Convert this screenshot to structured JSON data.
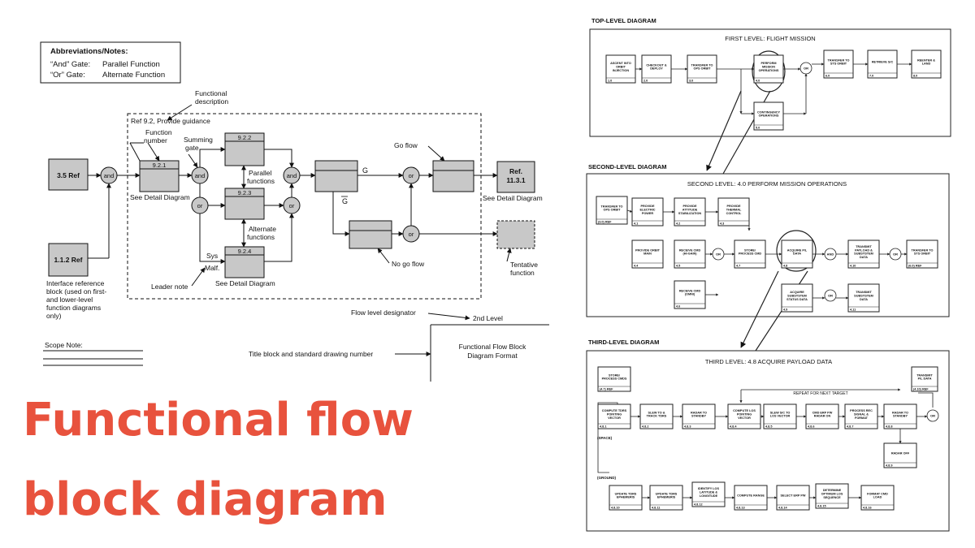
{
  "headline": {
    "line1": "Functional flow",
    "line2": "block diagram"
  },
  "format_diagram": {
    "abbrev_heading": "Abbreviations/Notes:",
    "and_gate_label": "“And” Gate:",
    "and_gate_value": "Parallel Function",
    "or_gate_label": "“Or” Gate:",
    "or_gate_value": "Alternate Function",
    "functional_description": [
      "Functional",
      "description"
    ],
    "ref_guidance": "Ref 9.2, Provide guidance",
    "function_number": [
      "Function",
      "number"
    ],
    "summing_gate": [
      "Summing",
      "gate"
    ],
    "ref_35": "3.5 Ref",
    "ref_112": "1.1.2 Ref",
    "ref_1131": [
      "Ref.",
      "11.3.1"
    ],
    "interface_note": [
      "Interface reference",
      "block (used on first-",
      "and lower-level",
      "function diagrams",
      "only)"
    ],
    "block_921": "9.2.1",
    "block_922": "9.2.2",
    "block_923": "9.2.3",
    "block_924": "9.2.4",
    "see_detail": "See Detail Diagram",
    "parallel_functions": [
      "Parallel",
      "functions"
    ],
    "alternate_functions": [
      "Alternate",
      "functions"
    ],
    "sys_malf": [
      "Sys",
      "Malf."
    ],
    "leader_note": "Leader note",
    "g_label": "G",
    "g_bar_label": "G",
    "go_flow": "Go flow",
    "no_go_flow": "No go flow",
    "tentative_function": [
      "Tentative",
      "function"
    ],
    "and_gate_text": "and",
    "or_gate_text": "or",
    "flow_level_designator": "Flow level designator",
    "second_level": "2nd Level",
    "scope_note": "Scope Note:",
    "title_block": "Title block and standard drawing number",
    "format_title": [
      "Functional Flow Block",
      "Diagram Format"
    ]
  },
  "hierarchy": {
    "top_heading": "TOP-LEVEL DIAGRAM",
    "first_level_title": "FIRST LEVEL: FLIGHT MISSION",
    "level1_blocks": [
      {
        "label": "ASCENT INTO ORBIT INJECTION",
        "num": "1.0"
      },
      {
        "label": "CHECKOUT & DEPLOY",
        "num": "2.0"
      },
      {
        "label": "TRANSFER TO OPS ORBIT",
        "num": "3.0"
      },
      {
        "label": "PERFORM MISSION OPERATIONS",
        "num": "4.0"
      },
      {
        "label": "TRANSFER TO STS ORBIT",
        "num": "6.0"
      },
      {
        "label": "RETRIEVE S/C",
        "num": "7.0"
      },
      {
        "label": "REENTER & LAND",
        "num": "8.0"
      },
      {
        "label": "CONTINGENCY OPERATIONS",
        "num": "5.0"
      }
    ],
    "second_heading": "SECOND-LEVEL DIAGRAM",
    "second_level_title": "SECOND LEVEL: 4.0 PERFORM MISSION OPERATIONS",
    "level2_blocks": [
      {
        "label": "TRANSFER TO OPS ORBIT",
        "num": "(3.0) REF"
      },
      {
        "label": "PROVIDE ELECTRIC POWER",
        "num": "4.1"
      },
      {
        "label": "PROVIDE ATTITUDE STABILIZATION",
        "num": "4.2"
      },
      {
        "label": "PROVIDE THERMAL CONTROL",
        "num": "4.3"
      },
      {
        "label": "PROVIDE ORBIT MAIN",
        "num": "4.4"
      },
      {
        "label": "RECEIVE CMD (HI-GAIN)",
        "num": "4.5"
      },
      {
        "label": "RECEIVE CMD (OMNI)",
        "num": "4.6"
      },
      {
        "label": "STORE/ PROCESS CMD",
        "num": "4.7"
      },
      {
        "label": "ACQUIRE P/L DATA",
        "num": "4.8"
      },
      {
        "label": "TRANSMIT PAYLOAD & SUBSYSTEM DATA",
        "num": "4.10"
      },
      {
        "label": "ACQUIRE SUBSYSTEM STATUS DATA",
        "num": "4.9"
      },
      {
        "label": "TRANSMIT SUBSYSTEM DATA",
        "num": "4.11"
      },
      {
        "label": "TRANSFER TO STS ORBIT",
        "num": "(6.0) REF"
      }
    ],
    "third_heading": "THIRD-LEVEL DIAGRAM",
    "third_level_title": "THIRD LEVEL: 4.8 ACQUIRE PAYLOAD DATA",
    "repeat_note": "REPEAT FOR NEXT TARGET",
    "space_label": "(SPACE)",
    "ground_label": "(GROUND)",
    "level3_blocks": [
      {
        "label": "STORE/ PROCESS CMDS",
        "num": "(4.7) REF"
      },
      {
        "label": "COMPUTE TDRS POINTING VECTOR",
        "num": "4.8.1"
      },
      {
        "label": "SLEW TO & TRACK TDRS",
        "num": "4.8.2"
      },
      {
        "label": "RADAR TO STANDBY",
        "num": "4.8.3"
      },
      {
        "label": "COMPUTE LOS POINTING VECTOR",
        "num": "4.8.4"
      },
      {
        "label": "SLEW S/C TO LOS VECTOR",
        "num": "4.8.5"
      },
      {
        "label": "CMD ERP PW RADAR ON",
        "num": "4.8.6"
      },
      {
        "label": "PROCESS REC SIGNAL & FORMAT",
        "num": "4.8.7"
      },
      {
        "label": "RADAR TO STANDBY",
        "num": "4.8.8"
      },
      {
        "label": "RADAR OFF",
        "num": "4.8.9"
      },
      {
        "label": "TRANSMIT P/L DATA",
        "num": "(4.10) REF"
      },
      {
        "label": "UPDATE TDRS EPHEMERIS",
        "num": "4.8.10"
      },
      {
        "label": "UPDATE TDRS EPHEMERIS",
        "num": "4.8.11"
      },
      {
        "label": "IDENTIFY LOS LATITUDE & LONGITUDE",
        "num": "4.8.12"
      },
      {
        "label": "COMPUTE RANGE",
        "num": "4.8.13"
      },
      {
        "label": "SELECT ERP PW",
        "num": "4.8.14"
      },
      {
        "label": "DETERMINE OPTIMUM LOS SEQUENCE",
        "num": "4.8.15"
      },
      {
        "label": "FORMAT CMD LOAD",
        "num": "4.8.16"
      }
    ],
    "gate_and": "AND",
    "gate_or": "OR"
  }
}
